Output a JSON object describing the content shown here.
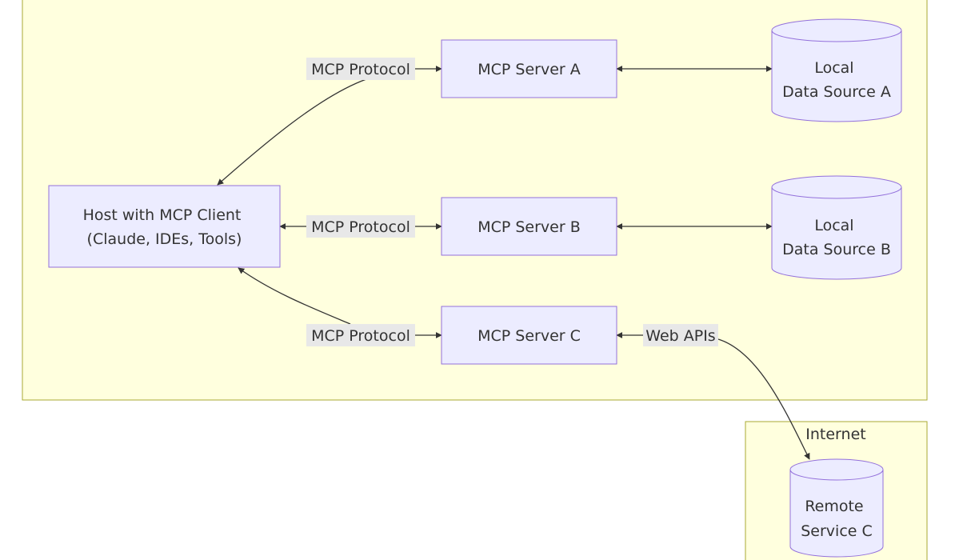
{
  "diagram": {
    "type": "flowchart",
    "clusters": {
      "internet": {
        "label": "Internet"
      }
    },
    "nodes": {
      "host": {
        "label_lines": [
          "Host with MCP Client",
          "(Claude, IDEs, Tools)"
        ]
      },
      "server_a": {
        "label_lines": [
          "MCP Server A"
        ]
      },
      "server_b": {
        "label_lines": [
          "MCP Server B"
        ]
      },
      "server_c": {
        "label_lines": [
          "MCP Server C"
        ]
      },
      "data_a": {
        "label_lines": [
          "Local",
          "Data Source A"
        ]
      },
      "data_b": {
        "label_lines": [
          "Local",
          "Data Source B"
        ]
      },
      "remote_c": {
        "label_lines": [
          "Remote",
          "Service C"
        ]
      }
    },
    "edges": {
      "host_a": {
        "from": "host",
        "to": "server_a",
        "label": "MCP Protocol",
        "bidirectional": true
      },
      "host_b": {
        "from": "host",
        "to": "server_b",
        "label": "MCP Protocol",
        "bidirectional": true
      },
      "host_c": {
        "from": "host",
        "to": "server_c",
        "label": "MCP Protocol",
        "bidirectional": true
      },
      "a_data": {
        "from": "server_a",
        "to": "data_a",
        "label": "",
        "bidirectional": true
      },
      "b_data": {
        "from": "server_b",
        "to": "data_b",
        "label": "",
        "bidirectional": true
      },
      "c_remote": {
        "from": "server_c",
        "to": "remote_c",
        "label": "Web APIs",
        "bidirectional": true
      }
    }
  },
  "colors": {
    "cluster_fill": "#ffffde",
    "cluster_stroke": "#aaaa33",
    "node_fill": "#ececff",
    "node_stroke": "#9370db",
    "edge_stroke": "#333333",
    "edge_label_bg": "#e8e8e8",
    "text": "#333333"
  }
}
